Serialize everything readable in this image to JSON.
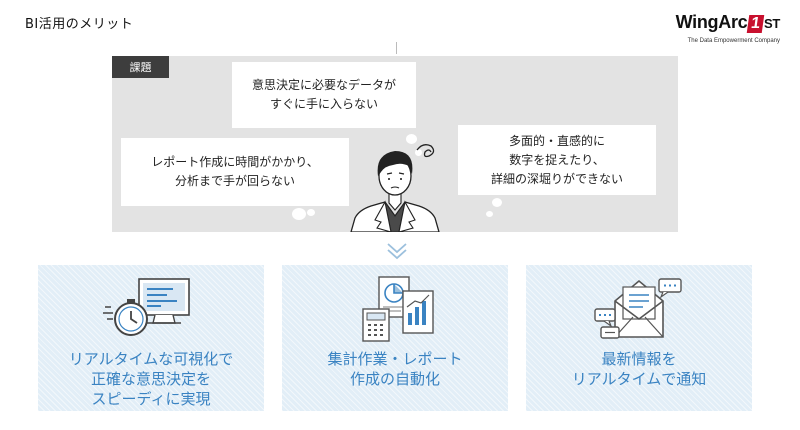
{
  "header": {
    "title": "BI活用のメリット",
    "logo_text": "WingArc1st",
    "logo_tagline": "The Data Empowerment Company"
  },
  "problem": {
    "tag": "課題",
    "bubbles": [
      {
        "lines": [
          "意思決定に必要なデータが",
          "すぐに手に入らない"
        ]
      },
      {
        "lines": [
          "レポート作成に時間がかかり、",
          "分析まで手が回らない"
        ]
      },
      {
        "lines": [
          "多面的・直感的に",
          "数字を捉えたり、",
          "詳細の深堀りができない"
        ]
      }
    ],
    "person_icon": "worried-businessman-icon",
    "transition_icon": "double-chevron-down-icon"
  },
  "benefits": [
    {
      "icon": "stopwatch-monitor-icon",
      "lines": [
        "リアルタイムな可視化で",
        "正確な意思決定を",
        "スピーディに実現"
      ]
    },
    {
      "icon": "reports-calculator-icon",
      "lines": [
        "集計作業・レポート",
        "作成の自動化"
      ]
    },
    {
      "icon": "envelope-notification-icon",
      "lines": [
        "最新情報を",
        "リアルタイムで通知"
      ]
    }
  ],
  "colors": {
    "accent_blue": "#3a83c2",
    "card_bg": "#e2eef7",
    "panel_bg": "#e3e3e3",
    "tag_bg": "#3d3d3d",
    "logo_red": "#c8102e"
  }
}
